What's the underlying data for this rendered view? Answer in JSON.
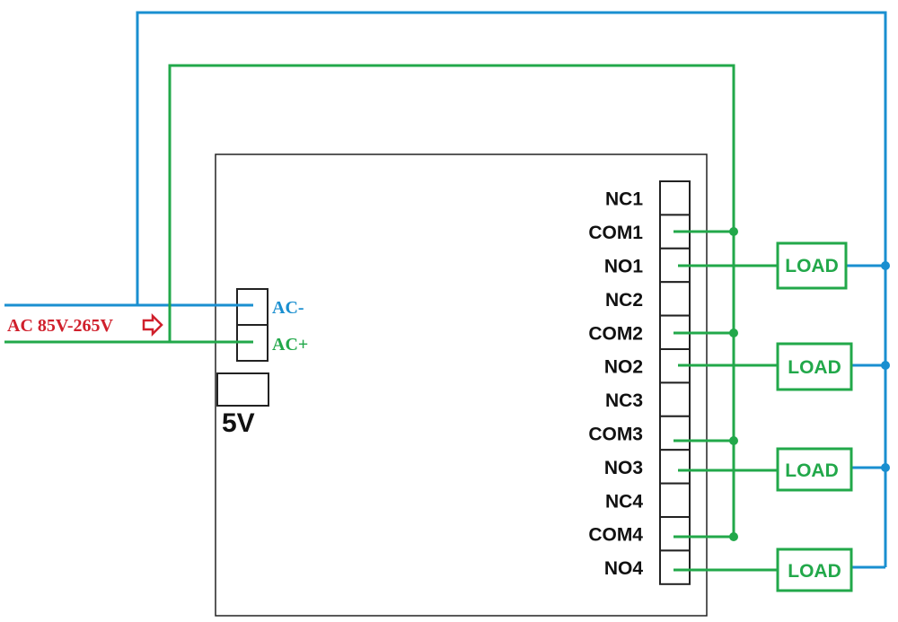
{
  "colors": {
    "blue": "#1a8fd0",
    "green": "#22a84a",
    "red": "#d0202c",
    "box": "#222222"
  },
  "input": {
    "supply_label": "AC 85V-265V",
    "ac_minus": "AC-",
    "ac_plus": "AC+",
    "output_5v": "5V"
  },
  "terminals": [
    "NC1",
    "COM1",
    "NO1",
    "NC2",
    "COM2",
    "NO2",
    "NC3",
    "COM3",
    "NO3",
    "NC4",
    "COM4",
    "NO4"
  ],
  "loads": [
    "LOAD",
    "LOAD",
    "LOAD",
    "LOAD"
  ]
}
